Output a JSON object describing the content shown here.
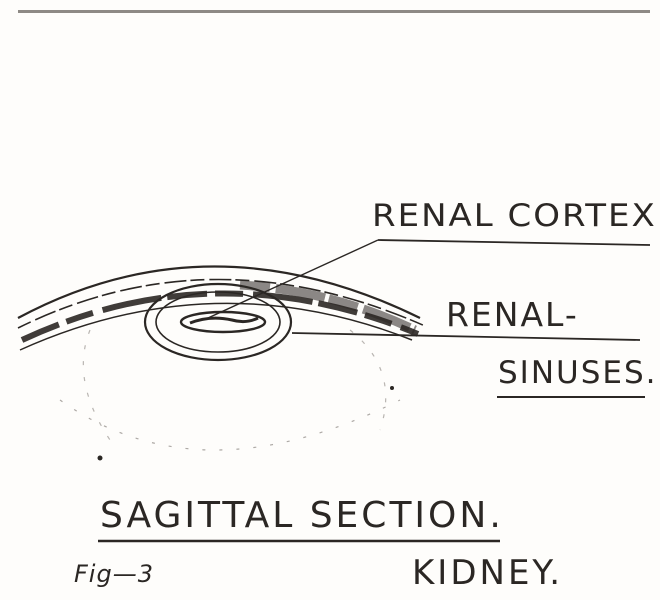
{
  "diagram": {
    "labels": {
      "renal_cortex": "RENAL CORTEX",
      "renal": "RENAL-",
      "sinuses": "SINUSES.",
      "title": "SAGITTAL SECTION.",
      "figure": "Fig—3",
      "organ": "KIDNEY."
    },
    "ink_color": "#2b2724",
    "paper_color": "#fefdfb"
  }
}
